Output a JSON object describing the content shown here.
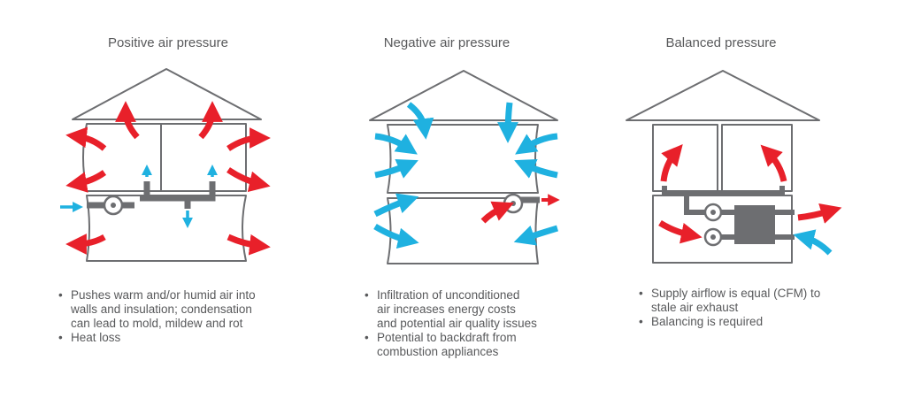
{
  "panels": [
    {
      "title": "Positive air pressure",
      "notes": [
        "Pushes warm and/or humid air into\nwalls and insulation; condensation\ncan lead to mold, mildew and rot",
        "Heat loss"
      ]
    },
    {
      "title": "Negative air pressure",
      "notes": [
        "Infiltration of unconditioned\nair increases energy costs\nand potential air quality issues",
        "Potential to backdraft from\ncombustion appliances"
      ]
    },
    {
      "title": "Balanced pressure",
      "notes": [
        "Supply airflow is equal (CFM) to\nstale air exhaust",
        "Balancing is required"
      ]
    }
  ],
  "colors": {
    "outline": "#6d6e71",
    "duct": "#6d6e71",
    "red_arrow": "#e8202a",
    "blue_arrow": "#1fb1e0",
    "text": "#58595b"
  },
  "icons": [
    "house-outline",
    "fan-icon",
    "hrv-unit-icon",
    "airflow-arrow"
  ]
}
